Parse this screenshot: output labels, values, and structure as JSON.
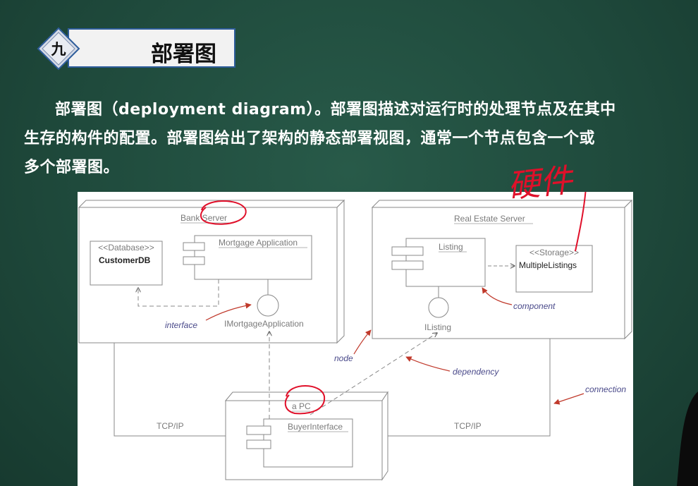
{
  "title": {
    "badge": "九",
    "text": "部署图"
  },
  "paragraph": {
    "line1": "部署图（deployment diagram）。部署图描述对运行时的处理节点及在其中",
    "line2": "生存的构件的配置。部署图给出了架构的静态部署视图，通常一个节点包含一个或",
    "line3": "多个部署图。"
  },
  "diagram": {
    "bank_server": "Bank Server",
    "database_stereotype": "<<Database>>",
    "customer_db": "CustomerDB",
    "mortgage_app": "Mortgage Application",
    "interface_name": "IMortgageApplication",
    "interface_note": "interface",
    "real_estate_server": "Real Estate Server",
    "listing": "Listing",
    "storage_stereotype": "<<Storage>>",
    "multiple_listings": "MultipleListings",
    "component_note": "component",
    "ilisting": "IListing",
    "node_note": "node",
    "dependency_note": "dependency",
    "connection_note": "connection",
    "pc": "a PC",
    "buyer_interface": "BuyerInterface",
    "tcp_left": "TCP/IP",
    "tcp_right": "TCP/IP"
  },
  "annotation": {
    "handwriting": "硬件"
  },
  "colors": {
    "board": "#1f4a3c",
    "title_border": "#2e5d9b",
    "ink_red": "#e0102a"
  }
}
